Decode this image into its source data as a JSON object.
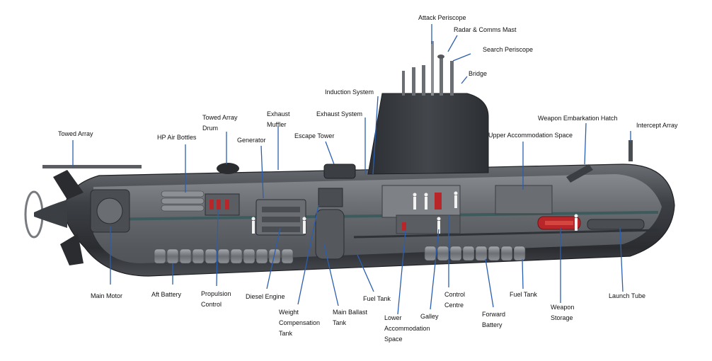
{
  "diagram": {
    "labels": {
      "attack_periscope": "Attack Periscope",
      "radar_comms_mast": "Radar & Comms Mast",
      "search_periscope": "Search Periscope",
      "bridge": "Bridge",
      "induction_system": "Induction System",
      "exhaust_system": "Exhaust System",
      "exhaust_muffler_l1": "Exhaust",
      "exhaust_muffler_l2": "Muffler",
      "towed_array_drum_l1": "Towed Array",
      "towed_array_drum_l2": "Drum",
      "generator": "Generator",
      "escape_tower": "Escape Tower",
      "towed_array": "Towed Array",
      "hp_air_bottles": "HP Air Bottles",
      "upper_accommodation_space": "Upper Accommodation  Space",
      "weapon_embarkation_hatch": "Weapon Embarkation  Hatch",
      "intercept_array": "Intercept Array",
      "main_motor": "Main  Motor",
      "aft_battery": "Aft Battery",
      "propulsion_control_l1": "Propulsion",
      "propulsion_control_l2": "Control",
      "diesel_engine": "Diesel Engine",
      "weight_comp_l1": "Weight",
      "weight_comp_l2": "Compensation",
      "weight_comp_l3": "Tank",
      "main_ballast_l1": "Main  Ballast",
      "main_ballast_l2": "Tank",
      "fuel_tank_aft": "Fuel Tank",
      "lower_accom_l1": "Lower",
      "lower_accom_l2": "Accommodation",
      "lower_accom_l3": "Space",
      "galley": "Galley",
      "control_centre_l1": "Control",
      "control_centre_l2": "Centre",
      "forward_battery_l1": "Forward",
      "forward_battery_l2": "Battery",
      "fuel_tank_fwd": "Fuel Tank",
      "weapon_storage_l1": "Weapon",
      "weapon_storage_l2": "Storage",
      "launch_tube": "Launch  Tube"
    },
    "colors": {
      "hull_dark": "#2f3236",
      "hull_mid": "#5a5e63",
      "hull_light": "#9a9ea3",
      "leader_line": "#2a5fb0",
      "crew_figure": "#f2f2f2",
      "equipment_red": "#b8262a",
      "deck_teal": "#3d5a5c"
    }
  }
}
